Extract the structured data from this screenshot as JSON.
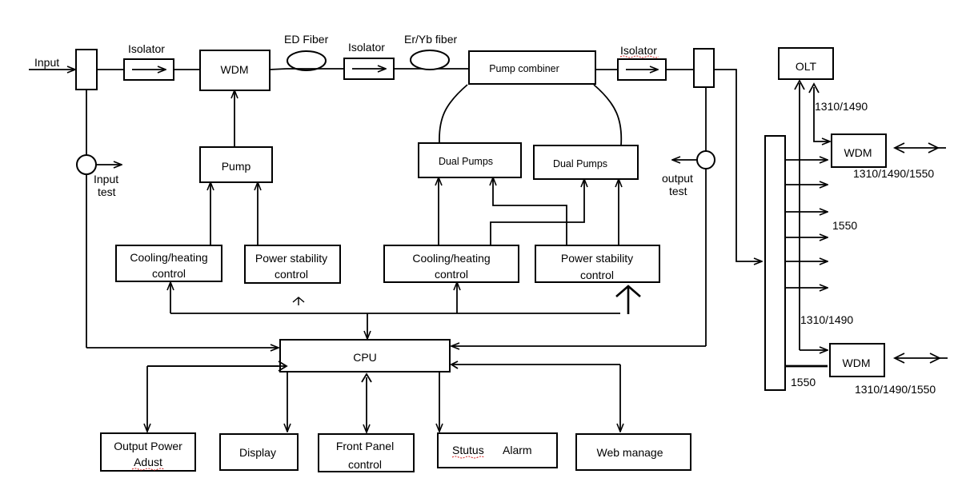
{
  "labels": {
    "input": "Input",
    "isolator_1": "Isolator",
    "wdm_main": "WDM",
    "ed_fiber": "ED  Fiber",
    "isolator_2": "Isolator",
    "eryb_fiber": "Er/Yb fiber",
    "pump_combiner": "Pump combiner",
    "isolator_3": "Isolator",
    "olt": "OLT",
    "pump": "Pump",
    "dual_pumps_1": "Dual Pumps",
    "dual_pumps_2": "Dual Pumps",
    "input_test_1": "Input",
    "input_test_2": "test",
    "output_test_1": "output",
    "output_test_2": "test",
    "cooling_1a": "Cooling/heating",
    "cooling_1b": "control",
    "power_1a": "Power stability",
    "power_1b": "control",
    "cooling_2a": "Cooling/heating",
    "cooling_2b": "control",
    "power_2a": "Power stability",
    "power_2b": "control",
    "cpu": "CPU",
    "output_power_a": "Output Power",
    "output_power_b": "Adust",
    "display": "Display",
    "front_panel_a": "Front  Panel",
    "front_panel_b": "control",
    "status_a": "Stutus",
    "status_b": "Alarm",
    "web_manage": "Web manage",
    "wdm_right_1": "WDM",
    "wdm_right_2": "WDM",
    "wl_1310_1490_a": "1310/1490",
    "wl_1310_1490_1550_a": "1310/1490/1550",
    "wl_1550_mid": "1550",
    "wl_1310_1490_b": "1310/1490",
    "wl_1550_low": "1550",
    "wl_1310_1490_1550_b": "1310/1490/1550"
  }
}
